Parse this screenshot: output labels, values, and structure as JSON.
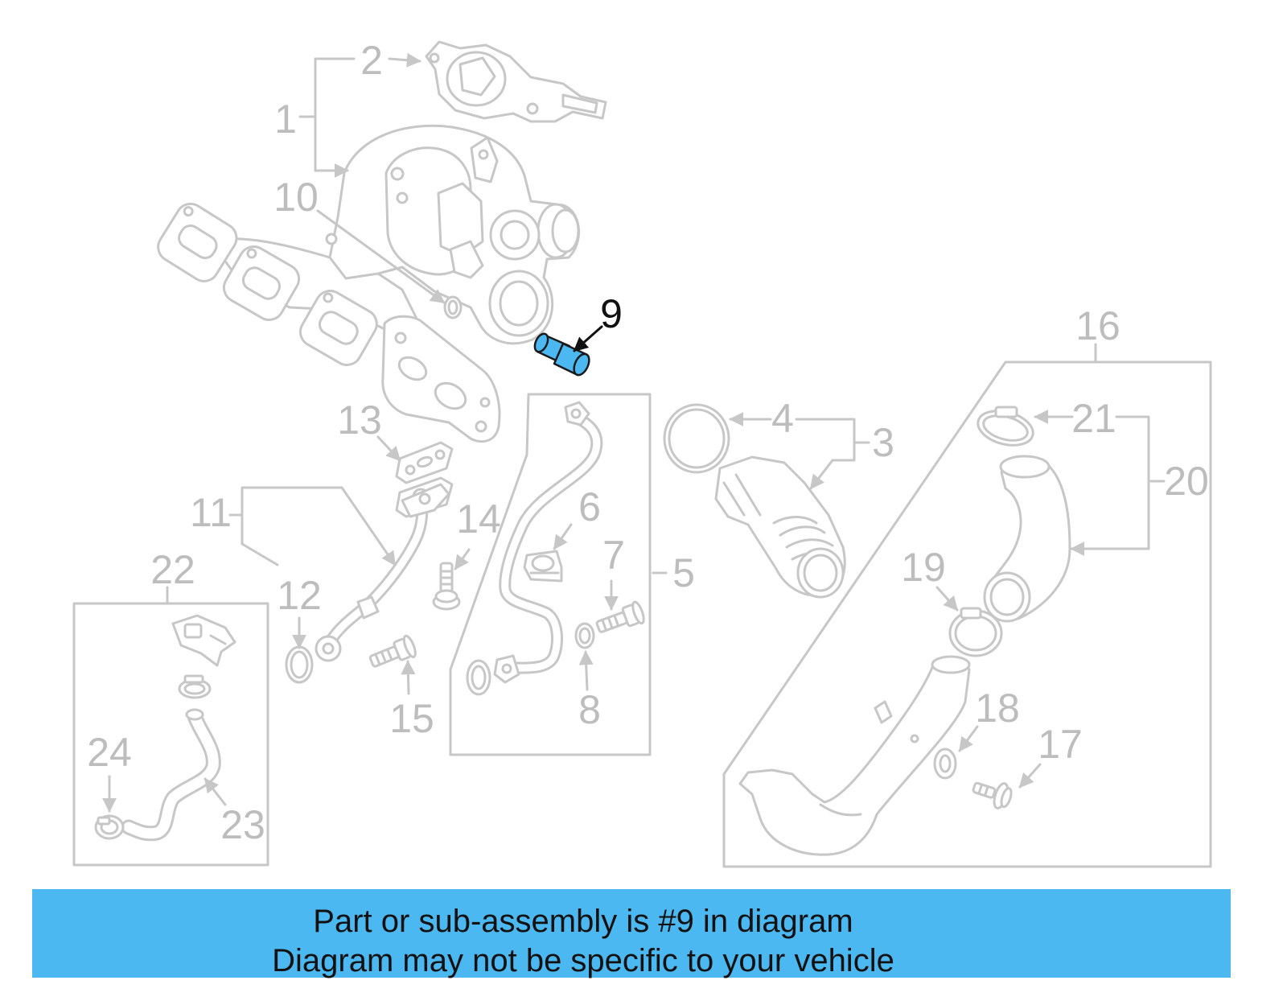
{
  "diagram": {
    "callouts": [
      "1",
      "2",
      "3",
      "4",
      "5",
      "6",
      "7",
      "8",
      "9",
      "10",
      "11",
      "12",
      "13",
      "14",
      "15",
      "16",
      "17",
      "18",
      "19",
      "20",
      "21",
      "22",
      "23",
      "24"
    ]
  },
  "colors": {
    "highlight": "#4cb8f1",
    "banner": "#4cb8f1",
    "linework": "#c7c7c7",
    "callout_text": "#bdbdbd",
    "highlight_callout": "#111111"
  },
  "banner": {
    "line1": "Part or sub-assembly is #9 in diagram",
    "line2": "Diagram may not be specific to your vehicle"
  }
}
